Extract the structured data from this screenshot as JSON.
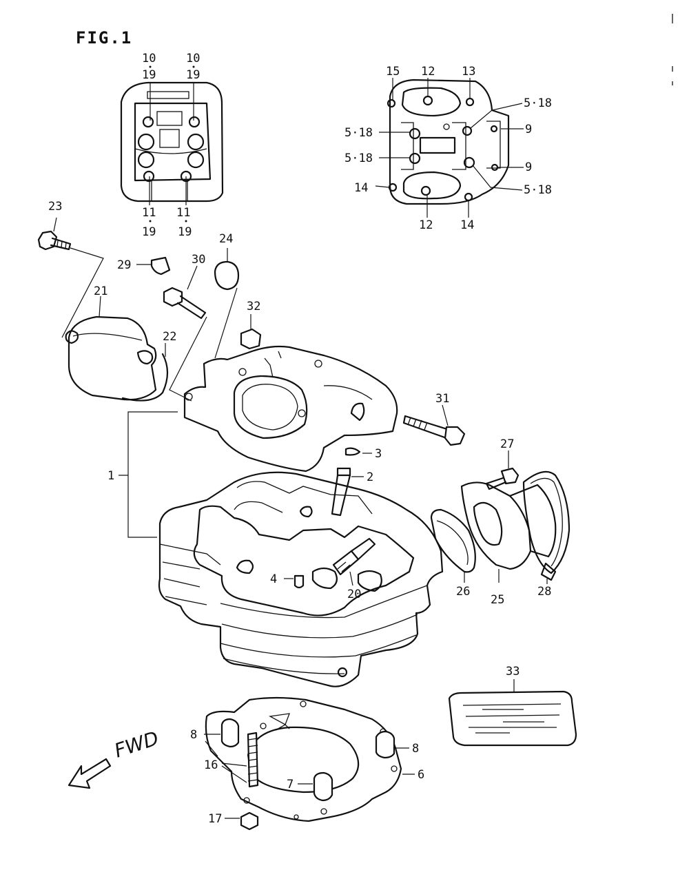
{
  "figure": {
    "title": "FIG.1",
    "fwd_label": "FWD"
  },
  "callouts": {
    "c1": "1",
    "c2": "2",
    "c3": "3",
    "c4": "4",
    "c6": "6",
    "c7": "7",
    "c8a": "8",
    "c8b": "8",
    "c9a": "9",
    "c9b": "9",
    "c10a": "10",
    "c10b": "10",
    "c11a": "11",
    "c11b": "11",
    "c12a": "12",
    "c12b": "12",
    "c13": "13",
    "c14a": "14",
    "c14b": "14",
    "c15": "15",
    "c16": "16",
    "c17": "17",
    "c19a": "19",
    "c19b": "19",
    "c19c": "19",
    "c19d": "19",
    "c20": "20",
    "c21": "21",
    "c22": "22",
    "c23": "23",
    "c24": "24",
    "c25": "25",
    "c26": "26",
    "c27": "27",
    "c28": "28",
    "c29": "29",
    "c30": "30",
    "c31": "31",
    "c32": "32",
    "c33": "33",
    "c518a": "5·18",
    "c518b": "5·18",
    "c518c": "5·18",
    "c518d": "5·18"
  }
}
